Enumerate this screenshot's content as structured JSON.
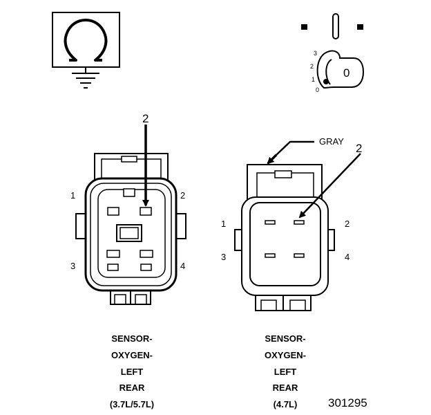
{
  "symbols": {
    "ohmmeter": "ohm-symbol",
    "ignition": "ignition-key-symbol",
    "ignition_key_value": "0",
    "ignition_positions": [
      "3",
      "2",
      "1",
      "0"
    ]
  },
  "connector_left": {
    "callout": "2",
    "pins": [
      "1",
      "2",
      "3",
      "4"
    ],
    "caption": [
      "SENSOR-",
      "OXYGEN-",
      "LEFT",
      "REAR",
      "(3.7L/5.7L)"
    ]
  },
  "connector_right": {
    "color_label": "GRAY",
    "callout": "2",
    "pins": [
      "1",
      "2",
      "3",
      "4"
    ],
    "caption": [
      "SENSOR-",
      "OXYGEN-",
      "LEFT",
      "REAR",
      "(4.7L)"
    ]
  },
  "figure_id": "301295"
}
